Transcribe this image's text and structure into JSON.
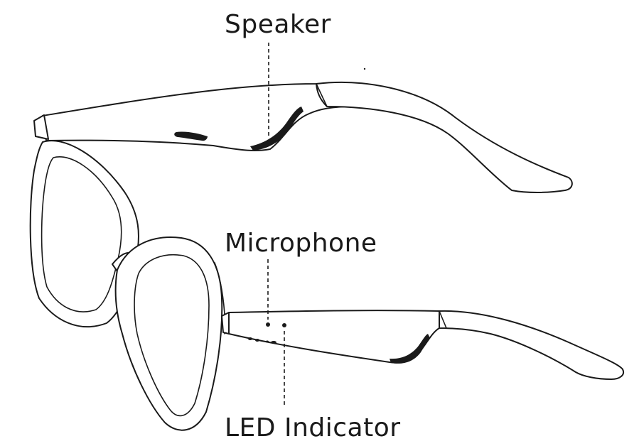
{
  "labels": {
    "speaker": "Speaker",
    "microphone": "Microphone",
    "led_indicator": "LED Indicator"
  },
  "colors": {
    "line": "#1a1a1a",
    "background": "#ffffff"
  }
}
